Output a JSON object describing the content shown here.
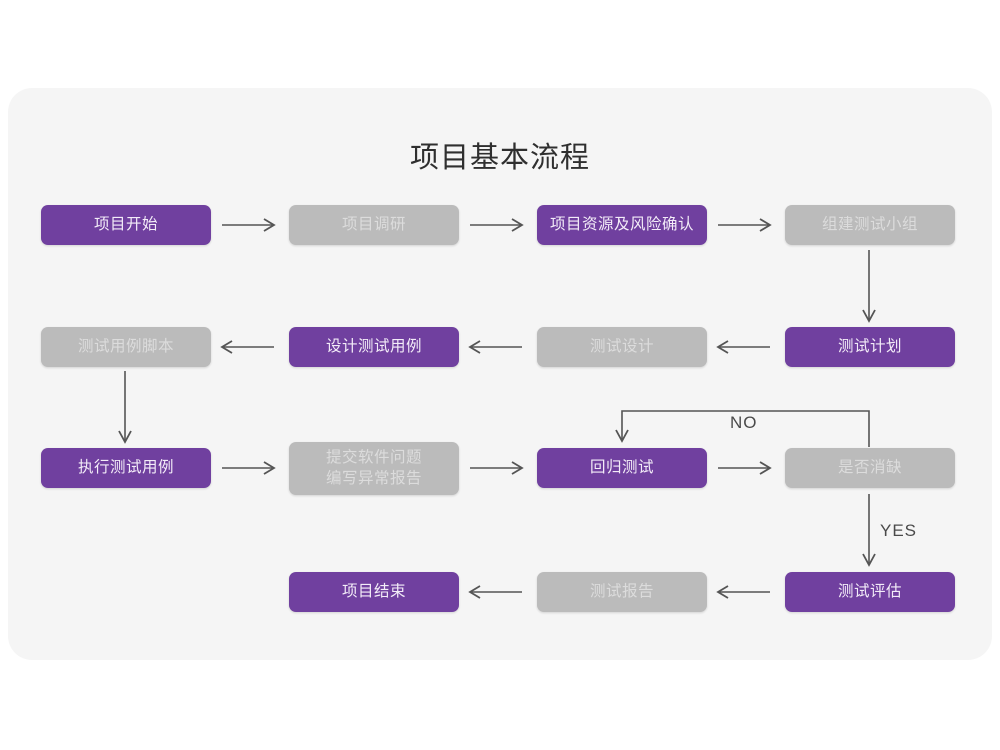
{
  "page": {
    "title": "项目基本流程",
    "background_color": "#ffffff",
    "card_color": "#f5f5f5"
  },
  "palette": {
    "purple": "#70409f",
    "purple_text": "#f3ecf8",
    "gray": "#bbbbbb",
    "gray_text": "#dcdcdc",
    "arrow": "#555555",
    "title_text": "#2f2f2f"
  },
  "chart_data": {
    "type": "diagram",
    "title": "项目基本流程",
    "nodes": [
      {
        "id": "n01",
        "label": "项目开始",
        "style": "purple",
        "row": 1,
        "col": 1
      },
      {
        "id": "n02",
        "label": "项目调研",
        "style": "gray",
        "row": 1,
        "col": 2
      },
      {
        "id": "n03",
        "label": "项目资源及风险确认",
        "style": "purple",
        "row": 1,
        "col": 3
      },
      {
        "id": "n04",
        "label": "组建测试小组",
        "style": "gray",
        "row": 1,
        "col": 4
      },
      {
        "id": "n05",
        "label": "测试用例脚本",
        "style": "gray",
        "row": 2,
        "col": 1
      },
      {
        "id": "n06",
        "label": "设计测试用例",
        "style": "purple",
        "row": 2,
        "col": 2
      },
      {
        "id": "n07",
        "label": "测试设计",
        "style": "gray",
        "row": 2,
        "col": 3
      },
      {
        "id": "n08",
        "label": "测试计划",
        "style": "purple",
        "row": 2,
        "col": 4
      },
      {
        "id": "n09",
        "label": "执行测试用例",
        "style": "purple",
        "row": 3,
        "col": 1
      },
      {
        "id": "n10",
        "label": "提交软件问题\n编写异常报告",
        "style": "gray",
        "row": 3,
        "col": 2
      },
      {
        "id": "n11",
        "label": "回归测试",
        "style": "purple",
        "row": 3,
        "col": 3
      },
      {
        "id": "n12",
        "label": "是否消缺",
        "style": "gray",
        "row": 3,
        "col": 4
      },
      {
        "id": "n13",
        "label": "项目结束",
        "style": "purple",
        "row": 4,
        "col": 2
      },
      {
        "id": "n14",
        "label": "测试报告",
        "style": "gray",
        "row": 4,
        "col": 3
      },
      {
        "id": "n15",
        "label": "测试评估",
        "style": "purple",
        "row": 4,
        "col": 4
      }
    ],
    "edges": [
      {
        "from": "n01",
        "to": "n02",
        "label": "",
        "direction": "right"
      },
      {
        "from": "n02",
        "to": "n03",
        "label": "",
        "direction": "right"
      },
      {
        "from": "n03",
        "to": "n04",
        "label": "",
        "direction": "right"
      },
      {
        "from": "n04",
        "to": "n08",
        "label": "",
        "direction": "down"
      },
      {
        "from": "n08",
        "to": "n07",
        "label": "",
        "direction": "left"
      },
      {
        "from": "n07",
        "to": "n06",
        "label": "",
        "direction": "left"
      },
      {
        "from": "n06",
        "to": "n05",
        "label": "",
        "direction": "left"
      },
      {
        "from": "n05",
        "to": "n09",
        "label": "",
        "direction": "down"
      },
      {
        "from": "n09",
        "to": "n10",
        "label": "",
        "direction": "right"
      },
      {
        "from": "n10",
        "to": "n11",
        "label": "",
        "direction": "right"
      },
      {
        "from": "n11",
        "to": "n12",
        "label": "",
        "direction": "right"
      },
      {
        "from": "n12",
        "to": "n11",
        "label": "NO",
        "direction": "loop-up-left"
      },
      {
        "from": "n12",
        "to": "n15",
        "label": "YES",
        "direction": "down"
      },
      {
        "from": "n15",
        "to": "n14",
        "label": "",
        "direction": "left"
      },
      {
        "from": "n14",
        "to": "n13",
        "label": "",
        "direction": "left"
      }
    ],
    "edge_labels": [
      "NO",
      "YES"
    ]
  }
}
